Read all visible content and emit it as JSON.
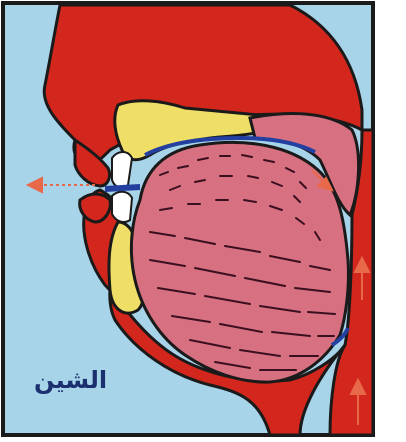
{
  "figure": {
    "label": "الشين",
    "colors": {
      "background": "#a8d4ea",
      "flesh": "#d3261d",
      "tongue": "#d77080",
      "bone": "#f0df66",
      "outline": "#1a1a1a",
      "blue_line": "#2340a0",
      "arrow": "#e8694a",
      "label": "#1c2f6e"
    },
    "arrows": [
      {
        "name": "airflow-exit-arrow",
        "direction": "left"
      },
      {
        "name": "pharynx-arrow",
        "direction": "up"
      },
      {
        "name": "throat-arrow",
        "direction": "up"
      },
      {
        "name": "velum-arrow",
        "direction": "down-right"
      }
    ]
  }
}
